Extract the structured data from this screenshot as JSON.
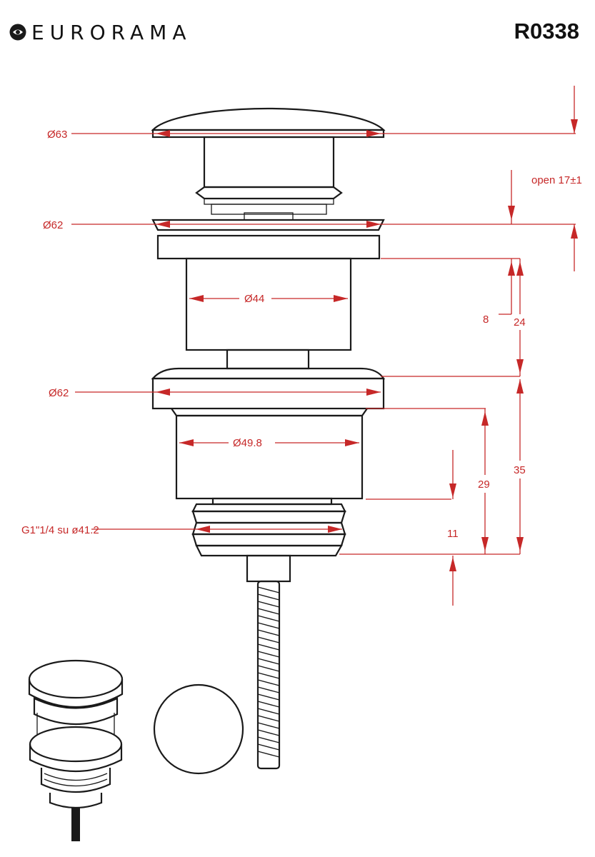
{
  "header": {
    "brand": "EURORAMA",
    "product_code": "R0338"
  },
  "dimensions": {
    "cap_diameter": "Ø63",
    "flange_diameter": "Ø62",
    "body_diameter": "Ø44",
    "lower_flange_diameter": "Ø62",
    "lower_body_diameter": "Ø49.8",
    "thread": "G1\"1/4 su ø41.2",
    "open_height": "open 17±1",
    "dim_8": "8",
    "dim_24": "24",
    "dim_35": "35",
    "dim_29": "29",
    "dim_11": "11"
  },
  "colors": {
    "dimension": "#c62828",
    "line": "#1a1a1a"
  },
  "icons": [
    "brand-logo-icon"
  ]
}
